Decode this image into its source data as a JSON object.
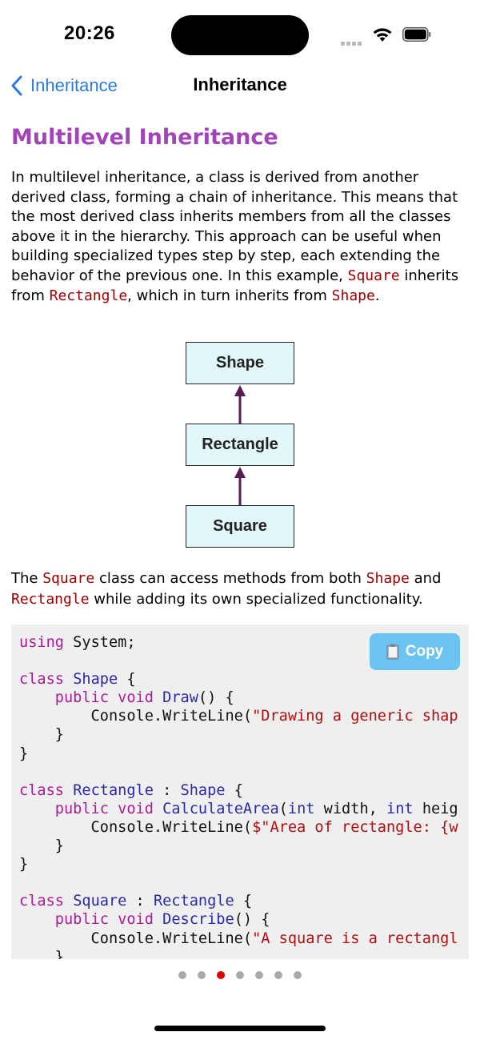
{
  "status": {
    "time": "20:26"
  },
  "nav": {
    "back_label": "Inheritance",
    "title": "Inheritance"
  },
  "section": {
    "title": "Multilevel Inheritance",
    "para1": {
      "text_a": "In multilevel inheritance, a class is derived from another derived class, forming a chain of inheritance. This means that the most derived class inherits members from all the classes above it in the hierarchy. This approach can be useful when building specialized types step by step, each extending the behavior of the previous one. In this example, ",
      "code_a": "Square",
      "text_b": " inherits from ",
      "code_b": "Rectangle",
      "text_c": ", which in turn inherits from ",
      "code_c": "Shape",
      "text_d": "."
    },
    "diagram": {
      "top": "Shape",
      "middle": "Rectangle",
      "bottom": "Square"
    },
    "para2": {
      "text_a": "The ",
      "code_a": "Square",
      "text_b": " class can access methods from both ",
      "code_b": "Shape",
      "text_c": " and ",
      "code_c": "Rectangle",
      "text_d": " while adding its own specialized functionality."
    }
  },
  "code_block": {
    "copy_label": "Copy",
    "lines": [
      [
        {
          "t": "using",
          "c": "kw"
        },
        {
          "t": " System;",
          "c": ""
        }
      ],
      [],
      [
        {
          "t": "class",
          "c": "kw"
        },
        {
          "t": " ",
          "c": ""
        },
        {
          "t": "Shape",
          "c": "ty"
        },
        {
          "t": " {",
          "c": ""
        }
      ],
      [
        {
          "t": "    ",
          "c": ""
        },
        {
          "t": "public",
          "c": "kw"
        },
        {
          "t": " ",
          "c": ""
        },
        {
          "t": "void",
          "c": "kw"
        },
        {
          "t": " ",
          "c": ""
        },
        {
          "t": "Draw",
          "c": "ty"
        },
        {
          "t": "() {",
          "c": ""
        }
      ],
      [
        {
          "t": "        Console.WriteLine(",
          "c": ""
        },
        {
          "t": "\"Drawing a generic shap",
          "c": "st"
        }
      ],
      [
        {
          "t": "    }",
          "c": ""
        }
      ],
      [
        {
          "t": "}",
          "c": ""
        }
      ],
      [],
      [
        {
          "t": "class",
          "c": "kw"
        },
        {
          "t": " ",
          "c": ""
        },
        {
          "t": "Rectangle",
          "c": "ty"
        },
        {
          "t": " : ",
          "c": ""
        },
        {
          "t": "Shape",
          "c": "ty"
        },
        {
          "t": " {",
          "c": ""
        }
      ],
      [
        {
          "t": "    ",
          "c": ""
        },
        {
          "t": "public",
          "c": "kw"
        },
        {
          "t": " ",
          "c": ""
        },
        {
          "t": "void",
          "c": "kw"
        },
        {
          "t": " ",
          "c": ""
        },
        {
          "t": "CalculateArea",
          "c": "ty"
        },
        {
          "t": "(",
          "c": ""
        },
        {
          "t": "int",
          "c": "ty"
        },
        {
          "t": " width, ",
          "c": ""
        },
        {
          "t": "int",
          "c": "ty"
        },
        {
          "t": " heig",
          "c": ""
        }
      ],
      [
        {
          "t": "        Console.WriteLine(",
          "c": ""
        },
        {
          "t": "$\"Area of rectangle: {w",
          "c": "st"
        }
      ],
      [
        {
          "t": "    }",
          "c": ""
        }
      ],
      [
        {
          "t": "}",
          "c": ""
        }
      ],
      [],
      [
        {
          "t": "class",
          "c": "kw"
        },
        {
          "t": " ",
          "c": ""
        },
        {
          "t": "Square",
          "c": "ty"
        },
        {
          "t": " : ",
          "c": ""
        },
        {
          "t": "Rectangle",
          "c": "ty"
        },
        {
          "t": " {",
          "c": ""
        }
      ],
      [
        {
          "t": "    ",
          "c": ""
        },
        {
          "t": "public",
          "c": "kw"
        },
        {
          "t": " ",
          "c": ""
        },
        {
          "t": "void",
          "c": "kw"
        },
        {
          "t": " ",
          "c": ""
        },
        {
          "t": "Describe",
          "c": "ty"
        },
        {
          "t": "() {",
          "c": ""
        }
      ],
      [
        {
          "t": "        Console.WriteLine(",
          "c": ""
        },
        {
          "t": "\"A square is a rectangl",
          "c": "st"
        }
      ],
      [
        {
          "t": "    }",
          "c": ""
        }
      ]
    ]
  },
  "pager": {
    "count": 7,
    "active_index": 2
  },
  "colors": {
    "accent": "#2a7ae2",
    "title": "#a044b8",
    "inline_code": "#a00000",
    "copy_button": "#6bc3f2",
    "active_dot": "#e10000"
  }
}
